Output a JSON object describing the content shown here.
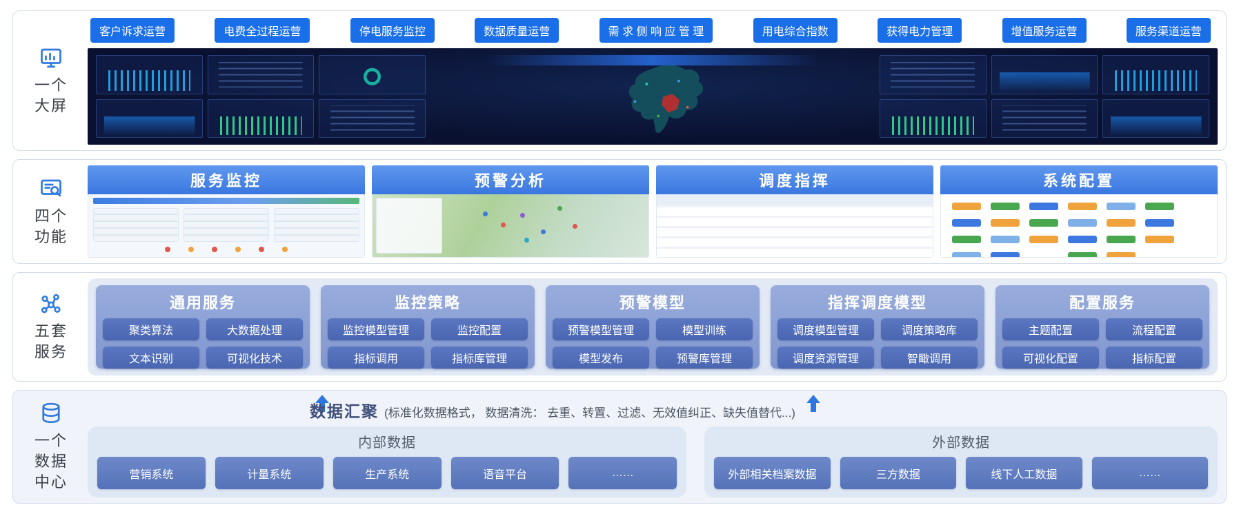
{
  "theme": {
    "tag_blue": "#1a6ee8",
    "panel_header_blue": "#3a76e0",
    "service_group_blue": "#8ba1d4",
    "service_chip_blue": "#4d69b3",
    "data_chip_blue": "#5e7abf",
    "arrow_blue": "#2e77e0",
    "dashboard_bg": "#0a1130"
  },
  "bands": {
    "big_screen": {
      "label_lines": [
        "一个",
        "大屏"
      ],
      "icon": "monitor-chart-icon",
      "tags": [
        "客户诉求运营",
        "电费全过程运营",
        "停电服务监控",
        "数据质量运营",
        "需 求 侧 响 应 管 理",
        "用电综合指数",
        "获得电力管理",
        "增值服务运营",
        "服务渠道运营"
      ]
    },
    "four_functions": {
      "label_lines": [
        "四个",
        "功能"
      ],
      "icon": "screen-search-icon",
      "panels": [
        {
          "title": "服务监控"
        },
        {
          "title": "预警分析"
        },
        {
          "title": "调度指挥"
        },
        {
          "title": "系统配置"
        }
      ]
    },
    "five_services": {
      "label_lines": [
        "五套",
        "服务"
      ],
      "icon": "cluster-nodes-icon",
      "groups": [
        {
          "title": "通用服务",
          "items": [
            "聚类算法",
            "大数据处理",
            "文本识别",
            "可视化技术"
          ]
        },
        {
          "title": "监控策略",
          "items": [
            "监控模型管理",
            "监控配置",
            "指标调用",
            "指标库管理"
          ]
        },
        {
          "title": "预警模型",
          "items": [
            "预警模型管理",
            "模型训练",
            "模型发布",
            "预警库管理"
          ]
        },
        {
          "title": "指挥调度模型",
          "items": [
            "调度模型管理",
            "调度策略库",
            "调度资源管理",
            "智瞰调用"
          ]
        },
        {
          "title": "配置服务",
          "items": [
            "主题配置",
            "流程配置",
            "可视化配置",
            "指标配置"
          ]
        }
      ]
    },
    "data_center": {
      "label_lines": [
        "一个",
        "数据",
        "中心"
      ],
      "icon": "database-icon",
      "title": "数据汇聚",
      "subtitle": "(标准化数据格式， 数据清洗： 去重、转置、过滤、无效值纠正、缺失值替代...)",
      "groups": [
        {
          "title": "内部数据",
          "items": [
            "营销系统",
            "计量系统",
            "生产系统",
            "语音平台",
            "……"
          ]
        },
        {
          "title": "外部数据",
          "items": [
            "外部相关档案数据",
            "三方数据",
            "线下人工数据",
            "……"
          ]
        }
      ]
    }
  }
}
